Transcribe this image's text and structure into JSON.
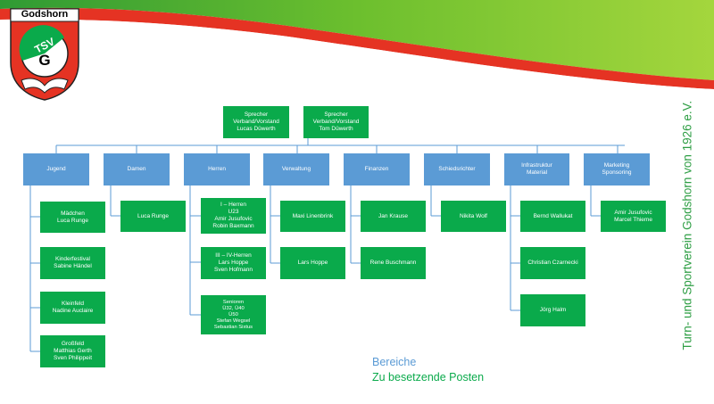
{
  "logo": {
    "title": "Godshorn",
    "badge": "TSV",
    "letter": "G"
  },
  "colors": {
    "area": "#5b9bd5",
    "post": "#0aaa4b",
    "line": "#5b9bd5"
  },
  "speakers": [
    "Sprecher\nVerband/Vorstand\nLucas Düwerth",
    "Sprecher\nVerband/Vorstand\nTom Düwerth"
  ],
  "areas": [
    "Jugend",
    "Damen",
    "Herren",
    "Verwaltung",
    "Finanzen",
    "Schiedsrichter",
    "Infrastruktur\nMaterial",
    "Marketing\nSponsoring"
  ],
  "posts": {
    "jugend": [
      "Mädchen\nLuca Runge",
      "Kinderfestival\nSabine Händel",
      "Kleinfeld\nNadine Auclaire",
      "Großfeld\nMatthias Gerth\nSven Philippeit"
    ],
    "damen": [
      "Luca Runge"
    ],
    "herren": [
      "I – Herren\nU23\nAmir Jusufovic\nRobin Baxmann",
      "III – IV-Herren\nLars Hoppe\nSven Hofmann",
      "Senioren\nÜ32, Ü40\nÜ50\nStefan Wegsel\nSebastian Sixtus"
    ],
    "verwaltung": [
      "Maxi Linenbrink",
      "Lars Hoppe"
    ],
    "finanzen": [
      "Jan Krause",
      "Rene Buschmann"
    ],
    "schiedsrichter": [
      "Nikita Wolf"
    ],
    "infrastruktur": [
      "Bernd Wallukat",
      "Christian Czarnecki",
      "Jörg Halm"
    ],
    "marketing": [
      "Amir Jusufovic\nMarcel Thieme"
    ]
  },
  "legend": {
    "areas": "Bereiche",
    "open": "Zu besetzende Posten"
  },
  "side_text": "Turn- und Sportverein Godshorn von 1926 e.V."
}
